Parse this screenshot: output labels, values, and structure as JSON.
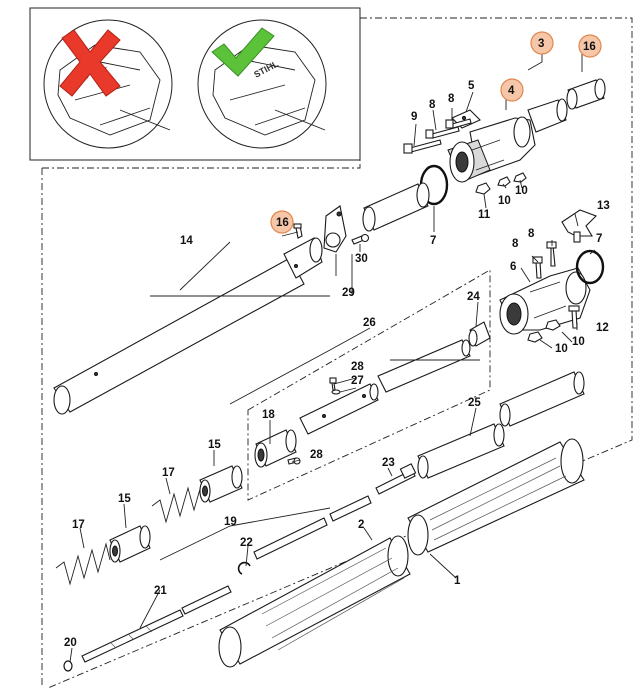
{
  "diagram": {
    "brand_text": "STIHL",
    "inset_wrong_mark": "wrong",
    "inset_correct_mark": "correct",
    "highlight_color": "#f5c6a8",
    "wrong_color": "#e8392b",
    "correct_color": "#5cc23a",
    "part_numbers": {
      "p1": "1",
      "p2": "2",
      "p3": "3",
      "p4": "4",
      "p5": "5",
      "p6": "6",
      "p7a": "7",
      "p7b": "7",
      "p8a": "8",
      "p8b": "8",
      "p8c": "8",
      "p8d": "8",
      "p9": "9",
      "p10a": "10",
      "p10b": "10",
      "p10c": "10",
      "p10d": "10",
      "p11": "11",
      "p12": "12",
      "p13": "13",
      "p14": "14",
      "p15a": "15",
      "p15b": "15",
      "p16a": "16",
      "p16b": "16",
      "p17a": "17",
      "p17b": "17",
      "p18": "18",
      "p19": "19",
      "p20": "20",
      "p21": "21",
      "p22": "22",
      "p23": "23",
      "p24": "24",
      "p25": "25",
      "p26": "26",
      "p27": "27",
      "p28a": "28",
      "p28b": "28",
      "p29": "29",
      "p30": "30"
    }
  }
}
